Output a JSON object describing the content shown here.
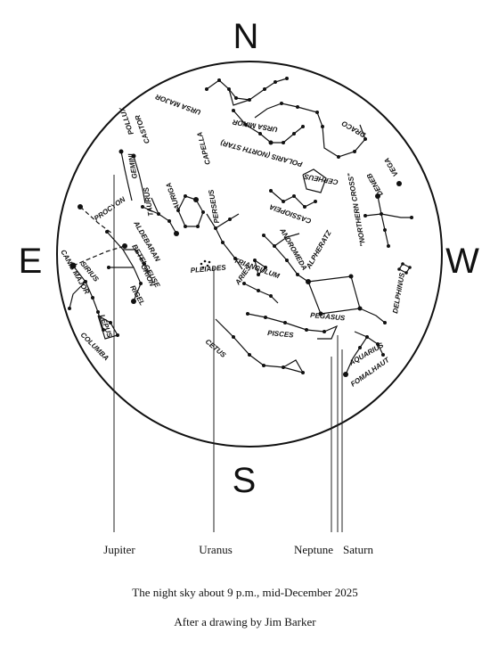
{
  "map": {
    "compass": {
      "north": "N",
      "east": "E",
      "west": "W",
      "south": "S"
    },
    "constellation_labels": [
      "URSA MAJOR",
      "URSA MINOR",
      "DRACO",
      "POLARIS (NORTH STAR)",
      "CASTOR",
      "POLLUX",
      "GEMINI",
      "CAPELLA",
      "CEPHEUS",
      "VEGA",
      "DENEB",
      "AURIGA",
      "TAURUS",
      "ALDEBARAN",
      "CASSIOPEIA",
      "PROCYON",
      "BETELGEUSE",
      "PERSEUS",
      "ANDROMEDA",
      "\"NORTHERN CROSS\"",
      "CANIS MAJOR",
      "SIRIUS",
      "ORION",
      "PLEIADES",
      "TRIANGULUM",
      "ARIES",
      "ALPHERATZ",
      "RIGEL",
      "DELPHINUS",
      "LEPUS",
      "PEGASUS",
      "COLUMBA",
      "PISCES",
      "CETUS",
      "AQUARIUS",
      "FOMALHAUT"
    ],
    "planets": [
      "Jupiter",
      "Uranus",
      "Neptune",
      "Saturn"
    ]
  },
  "caption": {
    "title": "The night sky about 9 p.m., mid-December 2025",
    "credit": "After a drawing by Jim Barker"
  }
}
